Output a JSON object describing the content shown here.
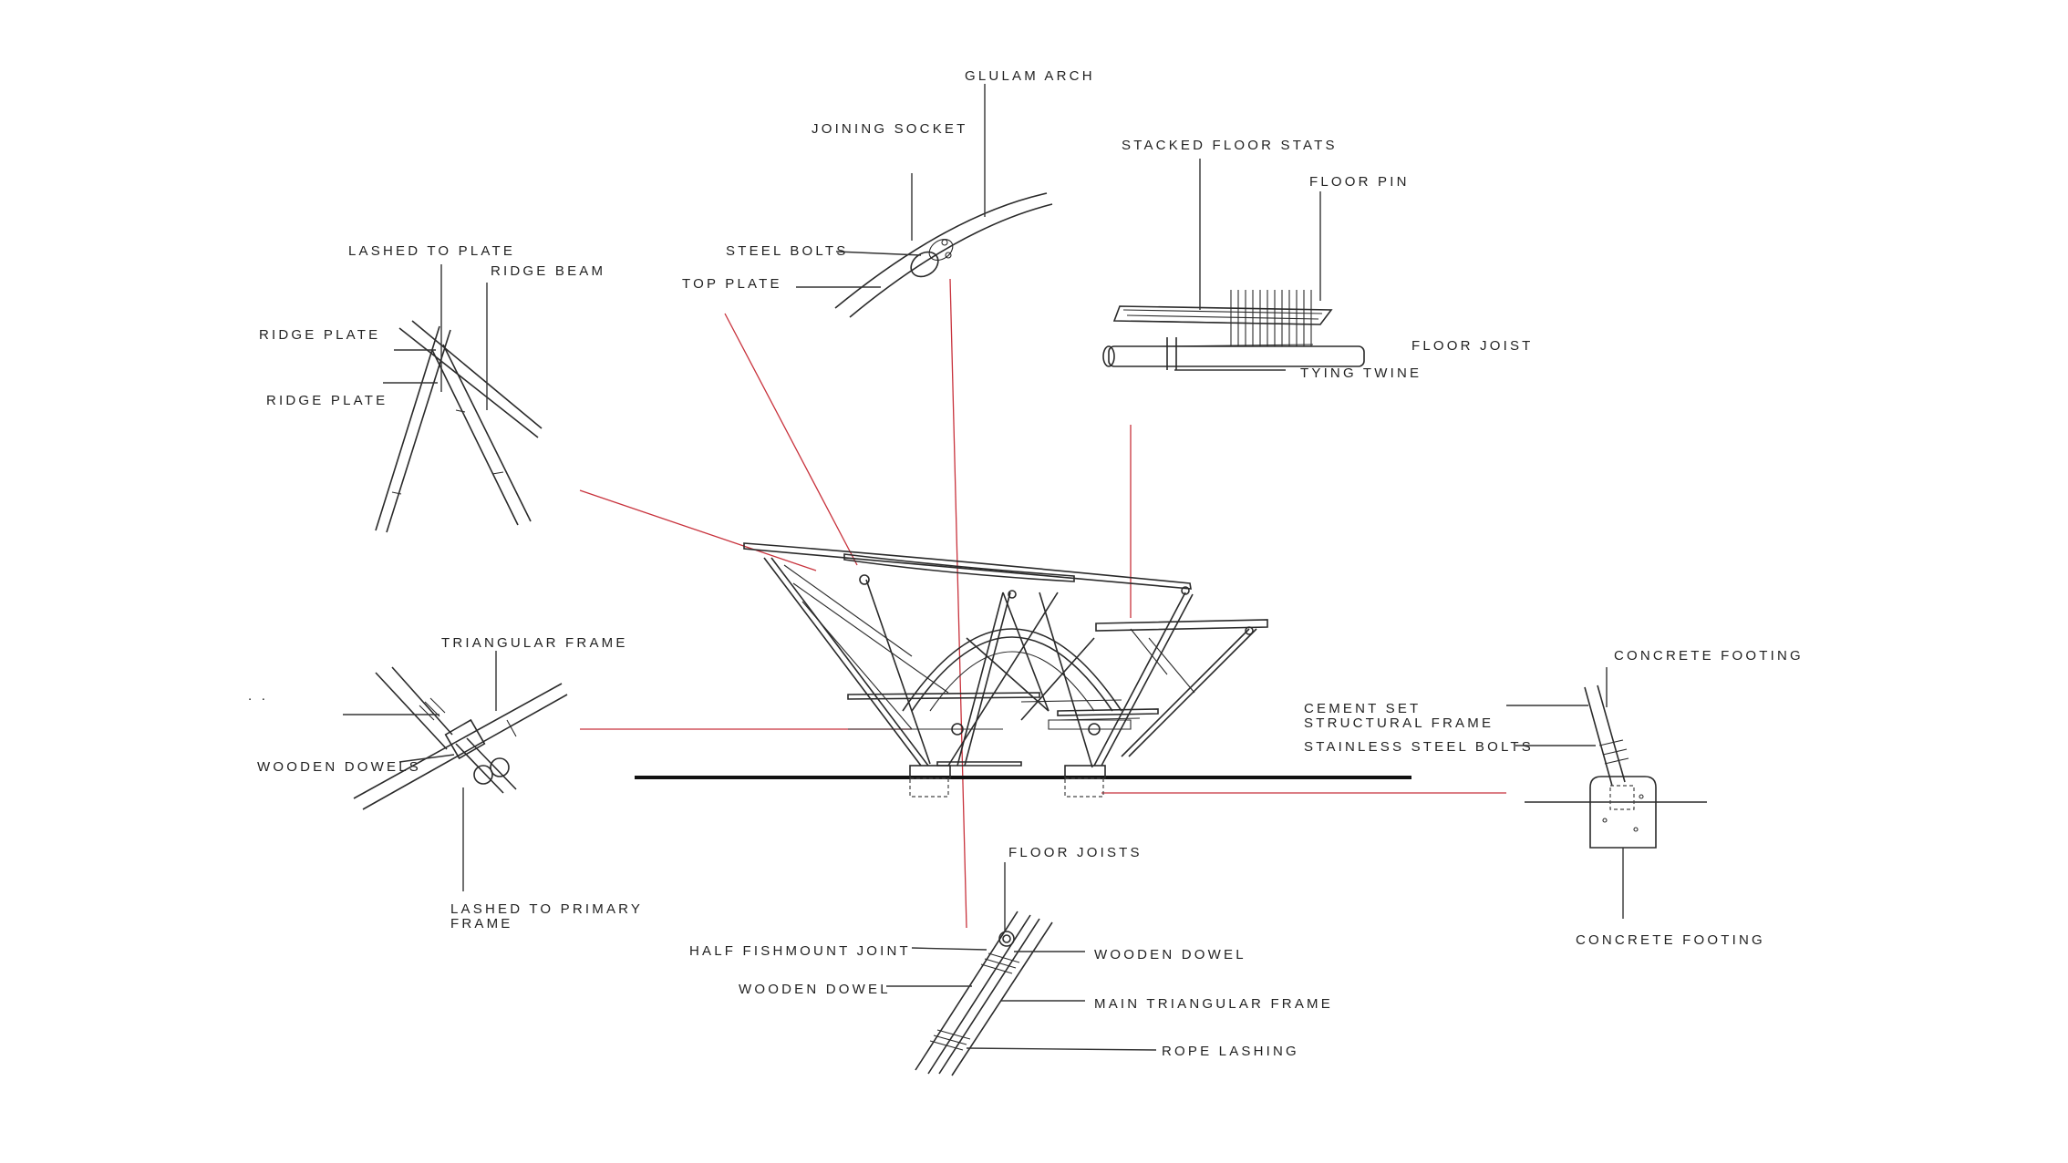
{
  "labels": {
    "glulam_arch": "GLULAM ARCH",
    "joining_socket": "JOINING SOCKET",
    "steel_bolts": "STEEL BOLTS",
    "top_plate": "TOP PLATE",
    "stacked_floor_stats": "STACKED FLOOR STATS",
    "floor_pin": "FLOOR PIN",
    "floor_joist": "FLOOR JOIST",
    "tying_twine": "TYING TWINE",
    "lashed_to_plate": "LASHED TO PLATE",
    "ridge_beam": "RIDGE BEAM",
    "ridge_plate_1": "RIDGE PLATE",
    "ridge_plate_2": "RIDGE PLATE",
    "triangular_frame": "TRIANGULAR FRAME",
    "wooden_dowels": "WOODEN DOWELS",
    "lashed_to_primary_frame": "LASHED TO PRIMARY\nFRAME",
    "concrete_footing_top": "CONCRETE FOOTING",
    "cement_set_structural_frame": "CEMENT SET\nSTRUCTURAL FRAME",
    "stainless_steel_bolts": "STAINLESS STEEL BOLTS",
    "concrete_footing_bottom": "CONCRETE FOOTING",
    "floor_joists": "FLOOR JOISTS",
    "half_fishmount_joint": "HALF FISHMOUNT JOINT",
    "wooden_dowel_right": "WOODEN DOWEL",
    "wooden_dowel_left": "WOODEN DOWEL",
    "main_triangular_frame": "MAIN TRIANGULAR FRAME",
    "rope_lashing": "ROPE LASHING",
    "stray_mark": ". ."
  },
  "colors": {
    "leader_red": "#c8323c",
    "line_dark": "#2a2a2a"
  }
}
